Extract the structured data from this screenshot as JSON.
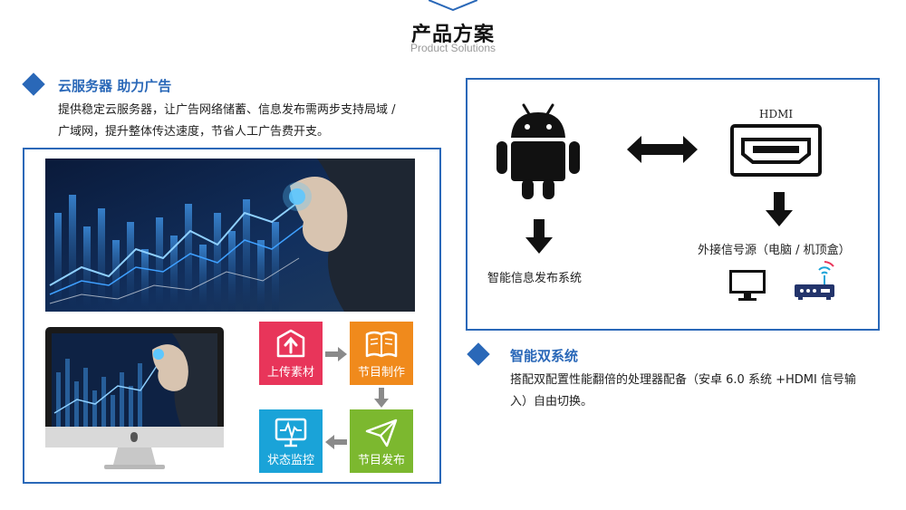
{
  "header": {
    "title": "产品方案",
    "subtitle": "Product Solutions"
  },
  "section_cloud": {
    "title": "云服务器  助力广告",
    "desc_line1": "提供稳定云服务器，让广告网络储蓄、信息发布需两步支持局域 /",
    "desc_line2": "广域网，提升整体传达速度，节省人工广告费开支。"
  },
  "workflow": {
    "steps": [
      {
        "label": "上传素材",
        "color": "#e8355a"
      },
      {
        "label": "节目制作",
        "color": "#f08a1c"
      },
      {
        "label": "节目发布",
        "color": "#7cb82f"
      },
      {
        "label": "状态监控",
        "color": "#1aa3d8"
      }
    ]
  },
  "diagram": {
    "hdmi_label": "HDMI",
    "android_label": "智能信息发布系统",
    "external_label": "外接信号源（电脑 / 机顶盒）"
  },
  "section_dual": {
    "title": "智能双系统",
    "desc_line1": "搭配双配置性能翻倍的处理器配备（安卓 6.0 系统 +HDMI 信号输",
    "desc_line2": "入）自由切换。"
  },
  "colors": {
    "brand_blue": "#2a68b8",
    "arrow_grey": "#8a8a8a"
  }
}
